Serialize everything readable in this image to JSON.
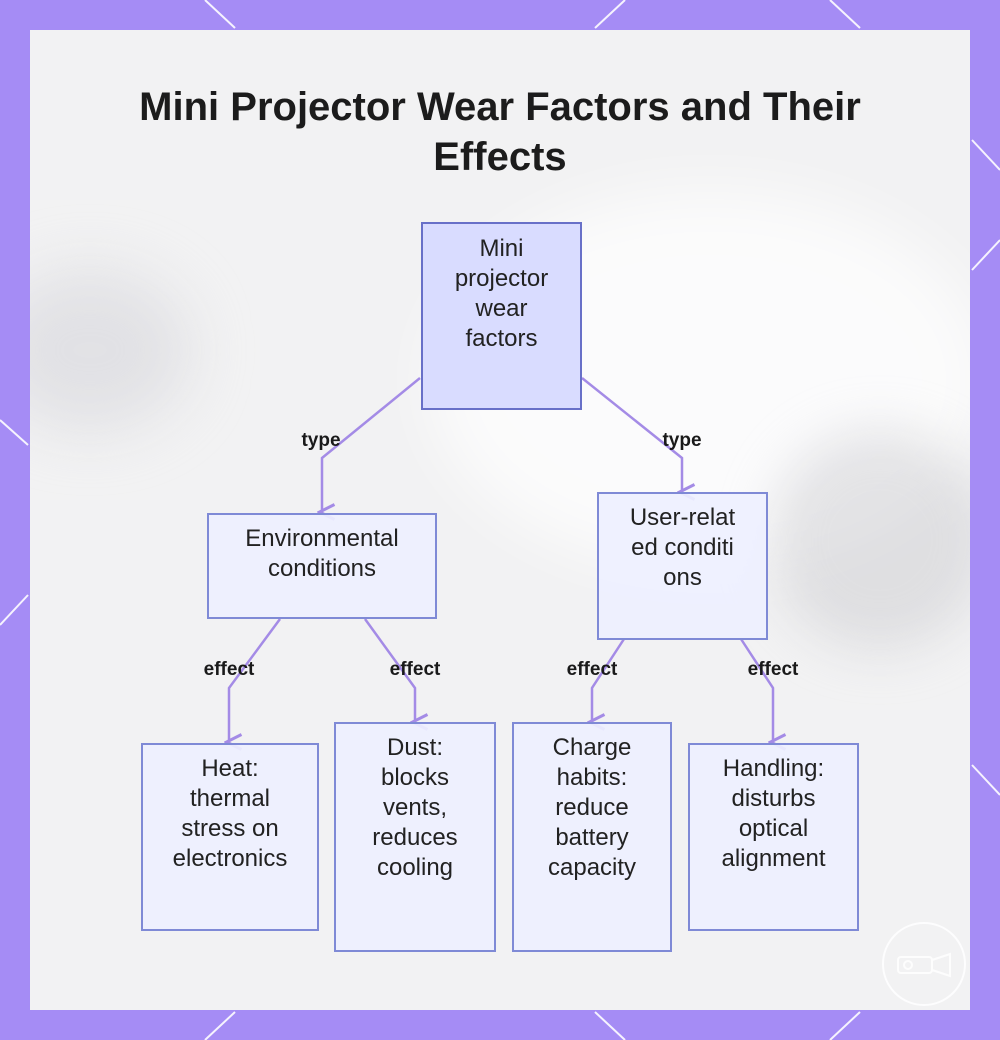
{
  "title": "Mini Projector Wear Factors and Their Effects",
  "colors": {
    "frame": "#a58cf5",
    "panel": "#f2f2f3",
    "node_border": "#7f8ad6",
    "root_fill": "#d9dcff",
    "edge": "#a48be6"
  },
  "nodes": {
    "root": "Mini projector wear factors",
    "environmental": "Environmental conditions",
    "user": "User-related conditions",
    "heat": "Heat: thermal stress on electronics",
    "dust": "Dust: blocks vents, reduces cooling",
    "charge": "Charge habits: reduce battery capacity",
    "handling": "Handling: disturbs optical alignment"
  },
  "edges": {
    "root_to_environmental": "type",
    "root_to_user": "type",
    "environmental_to_heat": "effect",
    "environmental_to_dust": "effect",
    "user_to_charge": "effect",
    "user_to_handling": "effect"
  },
  "logo_icon": "projector-icon"
}
